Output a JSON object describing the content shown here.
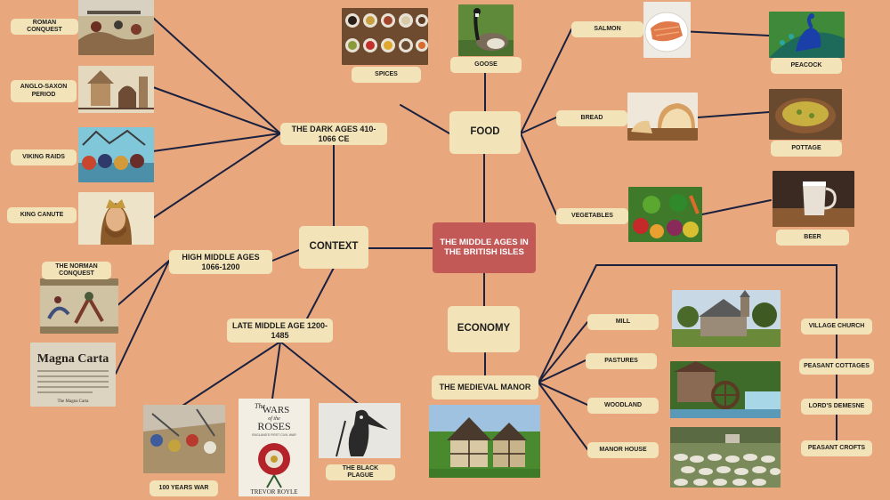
{
  "root": "THE MIDDLE AGES IN THE BRITISH ISLES",
  "context": {
    "label": "CONTEXT",
    "dark_ages": {
      "label": "THE DARK AGES 410-1066 CE",
      "items": [
        "ROMAN CONQUEST",
        "ANGLO-SAXON PERIOD",
        "VIKING RAIDS",
        "KING CANUTE"
      ]
    },
    "high_middle_ages": {
      "label": "HIGH MIDDLE AGES 1066-1200",
      "items": [
        "THE NORMAN CONQUEST"
      ]
    },
    "late_middle_age": {
      "label": "LATE MIDDLE AGE 1200-1485",
      "items": [
        "100 YEARS WAR",
        "THE BLACK PLAGUE"
      ]
    }
  },
  "food": {
    "label": "FOOD",
    "items": [
      "SPICES",
      "GOOSE",
      "SALMON",
      "PEACOCK",
      "BREAD",
      "POTTAGE",
      "VEGETABLES",
      "BEER"
    ]
  },
  "economy": {
    "label": "ECONOMY",
    "manor": {
      "label": "THE MEDIEVAL MANOR",
      "items": [
        "MILL",
        "PASTURES",
        "WOODLAND",
        "MANOR HOUSE"
      ],
      "right_items": [
        "VILLAGE CHURCH",
        "PEASANT COTTAGES",
        "LORD'S DEMESNE",
        "PEASANT CROFTS"
      ]
    }
  },
  "images": {
    "magna_carta": {
      "title": "Magna Carta",
      "caption": "The Magna Carta"
    },
    "wars_of_roses": {
      "the": "The",
      "wars": "WARS",
      "of_the": "of the",
      "roses": "ROSES",
      "tagline": "ENGLAND'S FIRST CIVIL WAR",
      "author": "TREVOR ROYLE"
    }
  },
  "colors": {
    "background": "#E9A77D",
    "node": "#F3E3B8",
    "root": "#C25957",
    "line": "#1B2240"
  }
}
